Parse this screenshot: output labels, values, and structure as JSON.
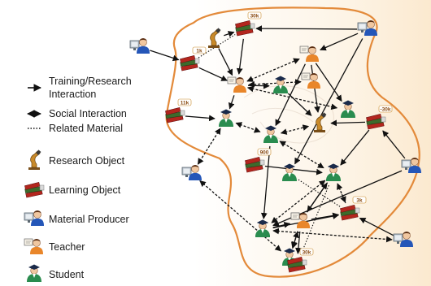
{
  "legend": {
    "training": "Training/Research Interaction",
    "social": "Social Interaction",
    "related": "Related Material",
    "research_object": "Research Object",
    "learning_object": "Learning Object",
    "material_producer": "Material Producer",
    "teacher": "Teacher",
    "student": "Student"
  },
  "badges": [
    "30k",
    "1k",
    "11k",
    "-30k",
    "900",
    "30k",
    "3k"
  ],
  "colors": {
    "boundary": "#e38a3a",
    "edge": "#111111",
    "student_gown": "#2a8c4f",
    "teacher_shirt": "#e9862a",
    "producer_shirt": "#2456b8",
    "book_red": "#b3261e",
    "book_green": "#3d6b2c"
  },
  "graph": {
    "nodes": [
      {
        "id": "P1",
        "type": "producer"
      },
      {
        "id": "R1",
        "type": "research"
      },
      {
        "id": "L1",
        "type": "learning",
        "badge": "30k"
      },
      {
        "id": "T1",
        "type": "teacher"
      },
      {
        "id": "P2",
        "type": "producer"
      },
      {
        "id": "L2",
        "type": "learning",
        "badge": "1k"
      },
      {
        "id": "T2",
        "type": "teacher"
      },
      {
        "id": "T3",
        "type": "teacher"
      },
      {
        "id": "S1",
        "type": "student"
      },
      {
        "id": "S2",
        "type": "student"
      },
      {
        "id": "L3",
        "type": "learning",
        "badge": "11k"
      },
      {
        "id": "S3",
        "type": "student"
      },
      {
        "id": "S4",
        "type": "student"
      },
      {
        "id": "R2",
        "type": "research"
      },
      {
        "id": "S5",
        "type": "student"
      },
      {
        "id": "L4",
        "type": "learning",
        "badge": "-30k"
      },
      {
        "id": "P3",
        "type": "producer"
      },
      {
        "id": "L5",
        "type": "learning",
        "badge": "900"
      },
      {
        "id": "S6",
        "type": "student"
      },
      {
        "id": "S7",
        "type": "student"
      },
      {
        "id": "T4",
        "type": "teacher"
      },
      {
        "id": "P4",
        "type": "producer"
      },
      {
        "id": "S8",
        "type": "student"
      },
      {
        "id": "T5",
        "type": "teacher"
      },
      {
        "id": "L6",
        "type": "learning",
        "badge": "3k"
      },
      {
        "id": "S9",
        "type": "student"
      },
      {
        "id": "L7",
        "type": "learning",
        "badge": "30k"
      },
      {
        "id": "P5",
        "type": "producer"
      },
      {
        "id": "S10",
        "type": "student"
      }
    ],
    "edges": [
      {
        "from": "P1",
        "to": "L2",
        "kind": "training"
      },
      {
        "from": "P2",
        "to": "L1",
        "kind": "training"
      },
      {
        "from": "P2",
        "to": "T1",
        "kind": "training"
      },
      {
        "from": "P2",
        "to": "S5",
        "kind": "training"
      },
      {
        "from": "R1",
        "to": "T2",
        "kind": "training"
      },
      {
        "from": "L1",
        "to": "T2",
        "kind": "training"
      },
      {
        "from": "L2",
        "to": "T2",
        "kind": "training"
      },
      {
        "from": "T1",
        "to": "S2",
        "kind": "training"
      },
      {
        "from": "T1",
        "to": "R2",
        "kind": "training"
      },
      {
        "from": "T1",
        "to": "S4",
        "kind": "training"
      },
      {
        "from": "T2",
        "to": "T1",
        "kind": "social"
      },
      {
        "from": "T2",
        "to": "S1",
        "kind": "training"
      },
      {
        "from": "T2",
        "to": "S3",
        "kind": "training"
      },
      {
        "from": "L2",
        "to": "L1",
        "kind": "related"
      },
      {
        "from": "T2",
        "to": "S2",
        "kind": "social"
      },
      {
        "from": "T3",
        "to": "T2",
        "kind": "social"
      },
      {
        "from": "S1",
        "to": "R2",
        "kind": "training"
      },
      {
        "from": "L3",
        "to": "S3",
        "kind": "training"
      },
      {
        "from": "S3",
        "to": "S4",
        "kind": "social"
      },
      {
        "from": "S4",
        "to": "R2",
        "kind": "social"
      },
      {
        "from": "S3",
        "to": "P3",
        "kind": "social"
      },
      {
        "from": "S4",
        "to": "S6",
        "kind": "social"
      },
      {
        "from": "S4",
        "to": "S7",
        "kind": "training"
      },
      {
        "from": "L4",
        "to": "R2",
        "kind": "training"
      },
      {
        "from": "L4",
        "to": "S9",
        "kind": "training"
      },
      {
        "from": "P5",
        "to": "L4",
        "kind": "training"
      },
      {
        "from": "P5",
        "to": "S7",
        "kind": "training"
      },
      {
        "from": "S5",
        "to": "L6",
        "kind": "related"
      },
      {
        "from": "L5",
        "to": "S6",
        "kind": "training"
      },
      {
        "from": "S6",
        "to": "S7",
        "kind": "social"
      },
      {
        "from": "S6",
        "to": "T4",
        "kind": "training"
      },
      {
        "from": "S7",
        "to": "T4",
        "kind": "training"
      },
      {
        "from": "T4",
        "to": "S8",
        "kind": "training"
      },
      {
        "from": "T4",
        "to": "L6",
        "kind": "training"
      },
      {
        "from": "P3",
        "to": "S8",
        "kind": "social"
      },
      {
        "from": "S8",
        "to": "T5",
        "kind": "social"
      },
      {
        "from": "T5",
        "to": "L7",
        "kind": "training"
      },
      {
        "from": "T5",
        "to": "S9",
        "kind": "training"
      },
      {
        "from": "L6",
        "to": "S9",
        "kind": "related"
      },
      {
        "from": "P4",
        "to": "L6",
        "kind": "training"
      },
      {
        "from": "S9",
        "to": "L6",
        "kind": "social"
      },
      {
        "from": "L7",
        "to": "S9",
        "kind": "related"
      },
      {
        "from": "S10",
        "to": "P4",
        "kind": "social"
      },
      {
        "from": "S10",
        "to": "L6",
        "kind": "training"
      },
      {
        "from": "S8",
        "to": "L7",
        "kind": "training"
      },
      {
        "from": "R1",
        "to": "L1",
        "kind": "training"
      }
    ]
  }
}
